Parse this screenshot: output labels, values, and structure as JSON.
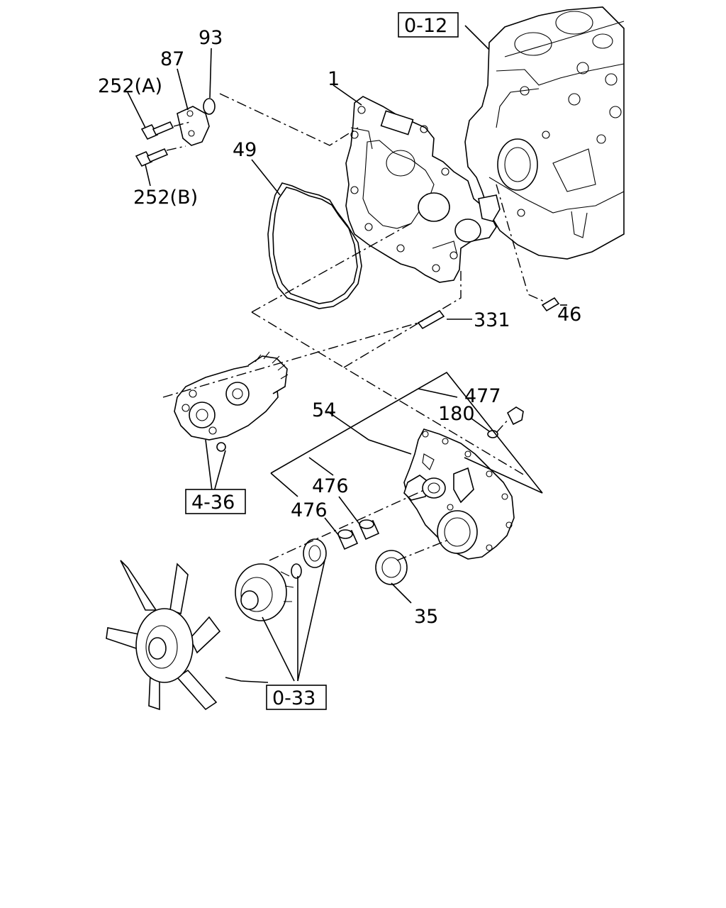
{
  "labels": {
    "p93": "93",
    "p87": "87",
    "p252a": "252(A)",
    "p252b": "252(B)",
    "p1": "1",
    "p49": "49",
    "p331": "331",
    "p46": "46",
    "p477": "477",
    "p180": "180",
    "p54": "54",
    "p476a": "476",
    "p476b": "476",
    "p35": "35"
  },
  "refs": {
    "r012": "0-12",
    "r436": "4-36",
    "r033": "0-33"
  }
}
